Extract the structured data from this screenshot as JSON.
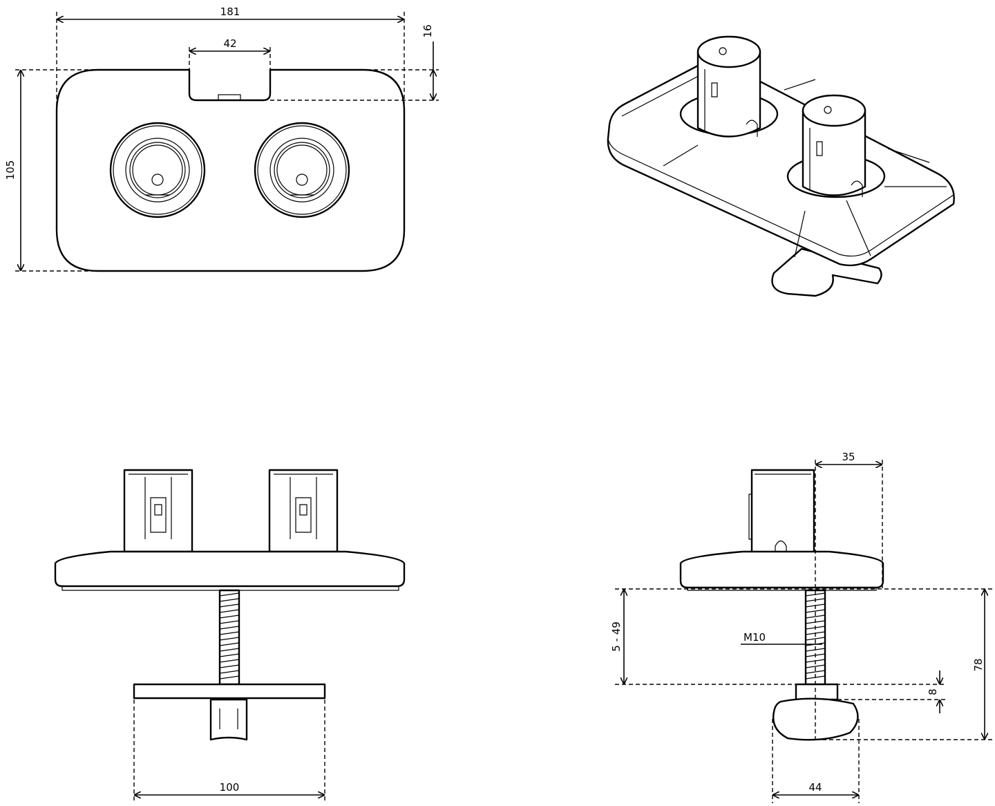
{
  "drawing": {
    "top_view": {
      "width": "181",
      "notch_width": "42",
      "notch_depth": "16",
      "depth": "105"
    },
    "front_view": {
      "clamp_plate_width": "100"
    },
    "side_view": {
      "offset": "35",
      "clamp_range": "5 - 49",
      "thread": "M10",
      "total_height": "78",
      "nut_height": "8",
      "knob_width": "44"
    }
  }
}
